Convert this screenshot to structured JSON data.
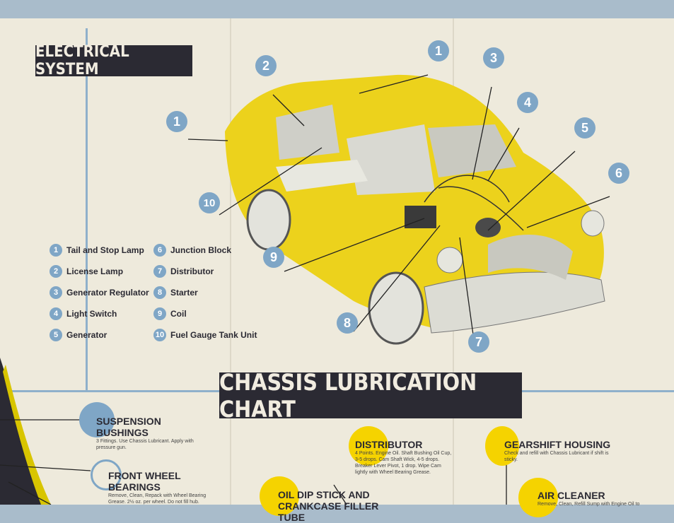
{
  "electrical": {
    "title": "ELECTRICAL SYSTEM",
    "callouts": [
      "1",
      "2",
      "3",
      "4",
      "5",
      "6",
      "1",
      "10",
      "9",
      "8",
      "7"
    ],
    "legend": [
      {
        "n": "1",
        "label": "Tail and Stop Lamp"
      },
      {
        "n": "2",
        "label": "License Lamp"
      },
      {
        "n": "3",
        "label": "Generator Regulator"
      },
      {
        "n": "4",
        "label": "Light Switch"
      },
      {
        "n": "5",
        "label": "Generator"
      },
      {
        "n": "6",
        "label": "Junction Block"
      },
      {
        "n": "7",
        "label": "Distributor"
      },
      {
        "n": "8",
        "label": "Starter"
      },
      {
        "n": "9",
        "label": "Coil"
      },
      {
        "n": "10",
        "label": "Fuel Gauge Tank Unit"
      }
    ]
  },
  "chassis": {
    "title": "CHASSIS LUBRICATION CHART",
    "items": [
      {
        "title": "SUSPENSION BUSHINGS",
        "text": "3 Fittings. Use Chassis Lubricant. Apply with pressure gun."
      },
      {
        "title": "FRONT WHEEL BEARINGS",
        "text": "Remove, Clean, Repack with Wheel Bearing Grease. 2½ oz. per wheel. Do not fill hub."
      },
      {
        "title": "DISTRIBUTOR",
        "text": "4 Points. Engine Oil. Shaft Bushing Oil Cup, 3-5 drops. Cam Shaft Wick, 4-5 drops. Breaker Lever Pivot, 1 drop. Wipe Cam lightly with Wheel Bearing Grease."
      },
      {
        "title": "GEARSHIFT HOUSING",
        "text": "Check and refill with Chassis Lubricant if shift is sticky."
      },
      {
        "title": "OIL DIP STICK AND CRANKCASE FILLER TUBE",
        "text": ""
      },
      {
        "title": "AIR CLEANER",
        "text": "Remove, Clean, Refill Sump with Engine Oil to"
      }
    ]
  },
  "colors": {
    "blue": "#7fa6c6",
    "yellow": "#f2d400",
    "dark": "#2b2a33",
    "paper": "#eeeadc"
  }
}
